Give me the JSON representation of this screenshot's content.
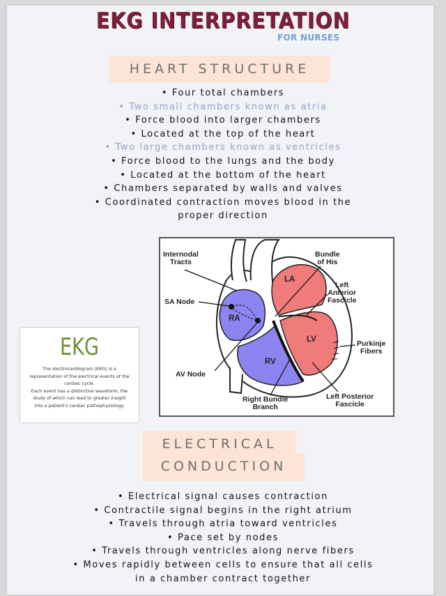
{
  "header": {
    "title": "EKG INTERPRETATION",
    "subtitle": "FOR NURSES"
  },
  "heart_structure": {
    "heading": "HEART STRUCTURE",
    "items": [
      "• Four total chambers",
      "• Two small chambers known as atria",
      "• Force blood into larger chambers",
      "• Located at the top of the heart",
      "• Two large chambers known as ventricles",
      "• Force blood to the lungs and the body",
      "• Located at the bottom of the heart",
      "• Chambers separated by walls and valves",
      "• Coordinated contraction moves blood in the",
      "proper direction"
    ]
  },
  "diagram": {
    "labels": {
      "internodal": "Internodal",
      "tracts": "Tracts",
      "bundle": "Bundle",
      "of_his": "of His",
      "la": "LA",
      "left": "Left",
      "anterior": "Anterior",
      "fascicle_a": "Fascicle",
      "sa_node": "SA Node",
      "ra": "RA",
      "lv": "LV",
      "purkinje": "Purkinje",
      "fibers": "Fibers",
      "rv": "RV",
      "av_node": "AV Node",
      "right_bundle": "Right Bundle",
      "branch": "Branch",
      "left_posterior": "Left Posterior",
      "fascicle_p": "Fascicle"
    },
    "colors": {
      "right_side": "#8c84f0",
      "left_side": "#f07b7b"
    }
  },
  "ekg_card": {
    "title": "EKG",
    "line1": "The electrocardiogram (EKG) is a",
    "line2": "representation of the electrical events of the",
    "line3": "cardiac cycle.",
    "line4": "Each event has a distinctive waveform, the",
    "line5": "study of which can lead to greater insight",
    "line6": "into a patient's cardiac pathophysiology."
  },
  "electrical_conduction": {
    "heading_line1": "ELECTRICAL",
    "heading_line2": "CONDUCTION",
    "items": [
      "• Electrical signal causes contraction",
      "• Contractile signal begins in the right atrium",
      "• Travels through atria toward ventricles",
      "• Pace set by nodes",
      "• Travels through ventricles along nerve fibers",
      "• Moves rapidly between cells to ensure that all cells",
      "in a chamber contract together"
    ]
  }
}
